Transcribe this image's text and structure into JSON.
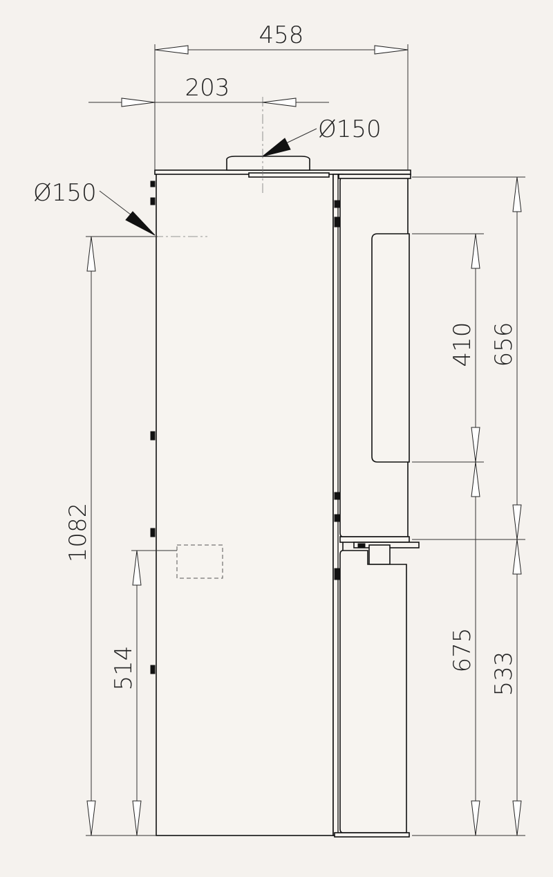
{
  "dimensions": {
    "overall_width": "458",
    "flue_offset": "203",
    "top_flue_diameter": "Ø150",
    "rear_flue_diameter": "Ø150",
    "rear_flue_height": "1082",
    "air_inlet_height": "514",
    "window_height": "410",
    "door_height": "656",
    "base_height": "675",
    "log_store_height": "533"
  },
  "colors": {
    "background": "#f5f2ee",
    "line": "#111111"
  }
}
